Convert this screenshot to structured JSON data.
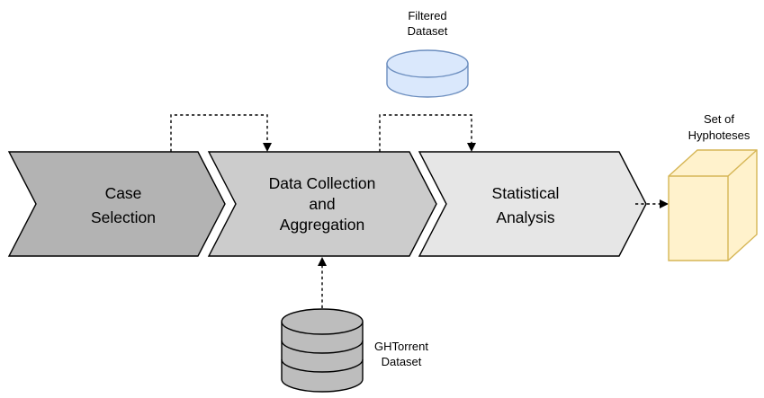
{
  "steps": {
    "case_selection": {
      "line1": "Case",
      "line2": "Selection",
      "fill": "#B3B3B3"
    },
    "data_collection": {
      "line1": "Data Collection",
      "line2": "and",
      "line3": "Aggregation",
      "fill": "#CCCCCC"
    },
    "statistical_analysis": {
      "line1": "Statistical",
      "line2": "Analysis",
      "fill": "#E6E6E6"
    }
  },
  "resources": {
    "filtered_dataset": {
      "line1": "Filtered",
      "line2": "Dataset",
      "fill": "#DAE8FC",
      "stroke": "#6C8EBF"
    },
    "ghtorrent_dataset": {
      "line1": "GHTorrent",
      "line2": "Dataset",
      "fill": "#BDBDBD"
    }
  },
  "output": {
    "set_of_hyphoteses": {
      "line1": "Set of",
      "line2": "Hyphoteses",
      "fill": "#FFF2CC",
      "stroke": "#D6B656"
    }
  },
  "connectors": [
    {
      "from": "case_selection",
      "to": "data_collection",
      "style": "dashed"
    },
    {
      "from": "data_collection",
      "to": "statistical_analysis",
      "style": "dashed"
    },
    {
      "from": "statistical_analysis",
      "to": "set_of_hyphoteses",
      "style": "dashed"
    },
    {
      "from": "ghtorrent_dataset",
      "to": "data_collection",
      "style": "dashed"
    }
  ]
}
